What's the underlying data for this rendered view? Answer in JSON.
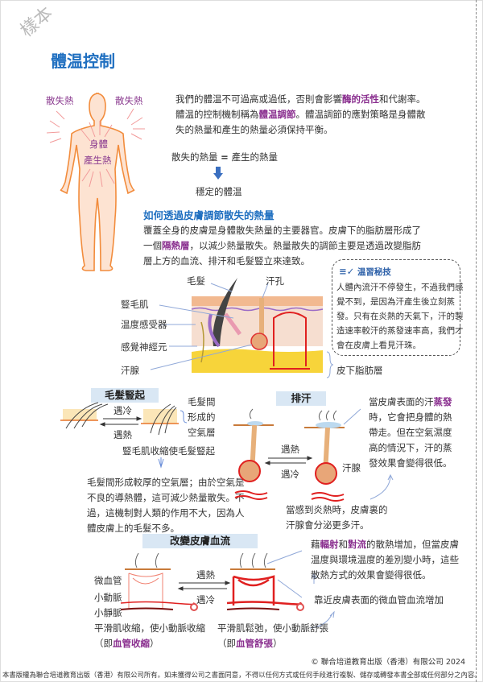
{
  "watermark": "樣本",
  "title": "體温控制",
  "body_figure": {
    "heat_loss_left": "散失熱",
    "heat_loss_right": "散失熱",
    "body_line1": "身體",
    "body_line2": "產生熱"
  },
  "intro": {
    "line1_a": "我們的體温不可過高或過低，否則會影響",
    "line1_hl": "酶的活性",
    "line1_b": "和代謝率。",
    "line2_a": "體温的控制機制稱為",
    "line2_hl": "體温調節",
    "line2_b": "。體温調節的應對策略是身體散",
    "line3": "失的熱量和產生的熱量必須保持平衡。"
  },
  "equation": {
    "left": "散失的熱量",
    "eq": "=",
    "right": "產生的熱量",
    "result": "穩定的體温",
    "arrow_color": "#3a6fc0"
  },
  "skin_section": {
    "heading": "如何透過皮膚調節散失的熱量",
    "line1": "覆蓋全身的皮膚是身體散失熱量的主要器官。皮膚下的脂肪層形成了",
    "line2_a": "一個",
    "line2_hl": "隔熱層",
    "line2_b": "，以減少熱量散失。熱量散失的調節主要是透過改變脂肪",
    "line3": "層上方的血流、排汗和毛髮豎立來達致。"
  },
  "skin_diagram": {
    "hair": "毛髮",
    "pore": "汗孔",
    "erector": "豎毛肌",
    "thermoreceptor": "温度感受器",
    "sensory_neuron": "感覺神經元",
    "sweat_gland": "汗腺",
    "fat_layer": "皮下脂肪層"
  },
  "tip": {
    "title": "温習秘技",
    "lines": [
      "人體內流汗不停發生，不過我們感",
      "覺不到，是因為汗產生後立刻蒸",
      "發。只有在炎熱的天氣下，汗的製",
      "造速率較汗的蒸發速率高，我們才",
      "會在皮膚上看見汗珠。"
    ]
  },
  "hair_erect": {
    "heading": "毛髮豎起",
    "cold": "遇冷",
    "hot": "遇熱",
    "air_layer": [
      "毛髮間",
      "形成的",
      "空氣層"
    ],
    "caption": "豎毛肌收縮使毛髮豎起",
    "explain": [
      "毛髮間形成較厚的空氣層；由於空氣是",
      "不良的導熱體，這可減少熱量散失。不",
      "過，這機制對人類的作用不大，因為人",
      "體皮膚上的毛髮不多。"
    ]
  },
  "sweating": {
    "heading": "排汗",
    "hot": "遇熱",
    "cold": "遇冷",
    "gland": "汗腺",
    "evap_a": "當皮膚表面的汗",
    "evap_hl": "蒸發",
    "evap": [
      "時，它會把身體的熱",
      "帶走。但在空氣濕度",
      "高的情況下，汗的蒸",
      "發效果會變得很低。"
    ],
    "caption": [
      "當感到炎熱時，皮膚裏的",
      "汗腺會分泌更多汗。"
    ]
  },
  "blood_flow": {
    "heading": "改變皮膚血流",
    "hot": "遇熱",
    "cold": "遇冷",
    "capillary": "微血管",
    "arteriole": "小動脈",
    "venule": "小靜脈",
    "constrict": "平滑肌收縮，使小動脈收縮",
    "constrict_paren_a": "（即",
    "constrict_hl": "血管收縮",
    "paren_b": "）",
    "dilate": "平滑肌鬆弛，使小動脈舒張",
    "dilate_paren_a": "（即",
    "dilate_hl": "血管舒張",
    "rad_a": "藉",
    "rad_hl1": "輻射",
    "rad_and": "和",
    "rad_hl2": "對流",
    "rad_b": "的散熱增加，但當皮膚",
    "rad_lines": [
      "温度與環境温度的差別變小時，這些",
      "散熱方式的效果會變得很低。"
    ],
    "near_surface": "靠近皮膚表面的微血管血流增加"
  },
  "footer": {
    "copyright": "© 聯合培道教育出版（香港）有限公司 2024",
    "notice": "本書版權為聯合培道教育出版（香港）有限公司所有。如未獲得公司之書面同意，不得以任何方式或任何手段進行複製、儲存或轉發本書全部或任何部分之內容。"
  }
}
